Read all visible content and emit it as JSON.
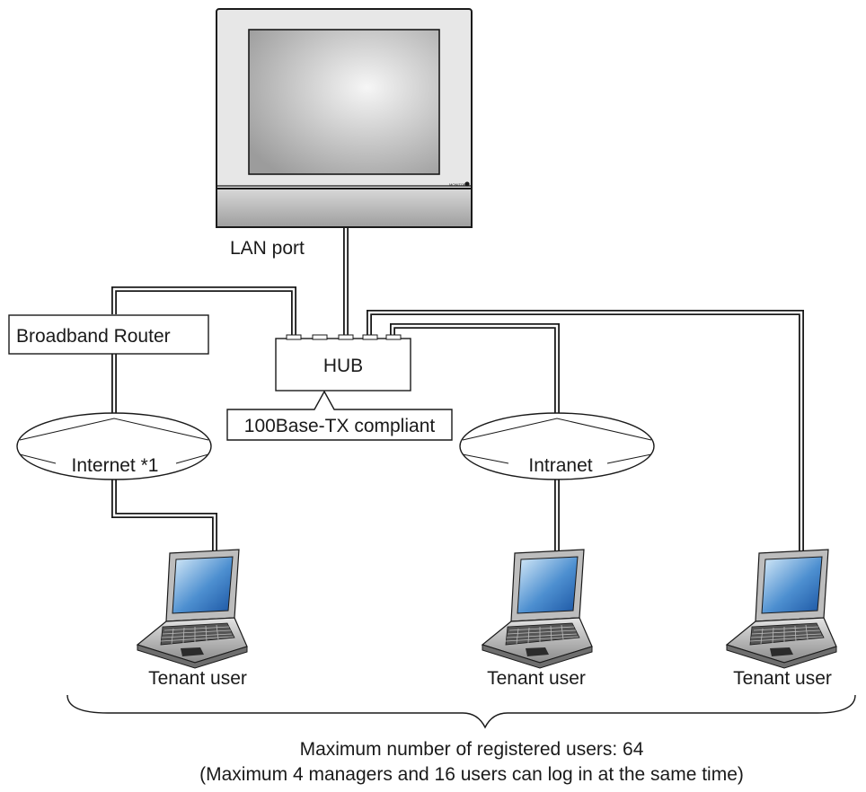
{
  "monitor": {
    "label": "LAN port",
    "badge": "MONITOR"
  },
  "router": {
    "label": "Broadband Router"
  },
  "hub": {
    "label": "HUB",
    "note": "100Base-TX compliant"
  },
  "networks": {
    "internet": "Internet *1",
    "intranet": "Intranet"
  },
  "users": [
    {
      "label": "Tenant user"
    },
    {
      "label": "Tenant user"
    },
    {
      "label": "Tenant user"
    }
  ],
  "footer": {
    "line1": "Maximum number of registered users: 64",
    "line2": "(Maximum 4 managers and 16 users can log in at the same time)"
  },
  "colors": {
    "screen_light": "#f4f4f4",
    "screen_dark": "#9a9a9a",
    "laptop_screen_light": "#cfe6f6",
    "laptop_screen_dark": "#1f5fae"
  }
}
